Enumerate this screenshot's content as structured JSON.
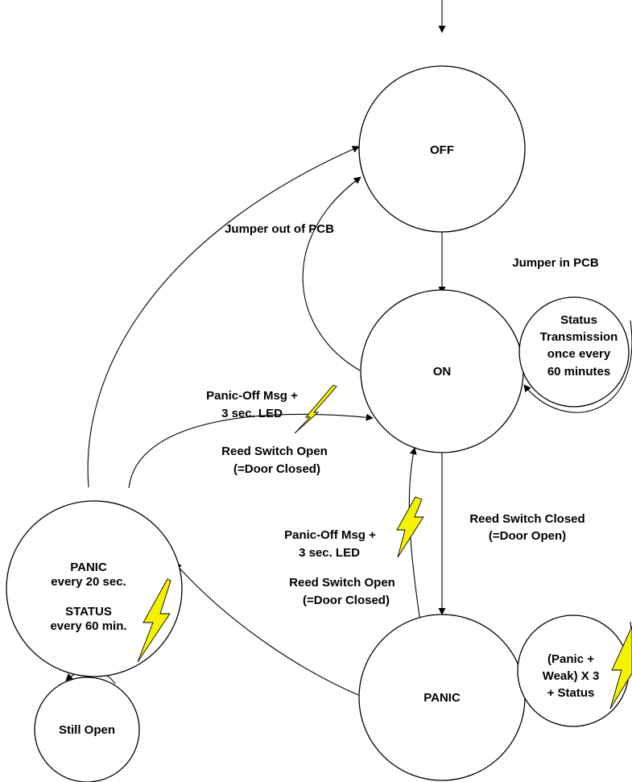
{
  "states": {
    "off": "OFF",
    "on": "ON",
    "panic": "PANIC",
    "panic_periodic": {
      "line1": "PANIC",
      "line2": "every 20 sec.",
      "line3": "STATUS",
      "line4": "every 60 min."
    },
    "status_loop": {
      "line1": "Status",
      "line2": "Transmission",
      "line3": "once every",
      "line4": "60 minutes"
    },
    "panic_loop": {
      "line1": "(Panic +",
      "line2": "Weak) X 3",
      "line3": "+ Status"
    },
    "still_open": "Still Open"
  },
  "labels": {
    "jumper_out": "Jumper out of  PCB",
    "jumper_in": "Jumper in PCB",
    "panic_off_a": {
      "line1": "Panic-Off Msg +",
      "line2": "3 sec. LED",
      "line3": "Reed Switch Open",
      "line4": "(=Door Closed)"
    },
    "panic_off_b": {
      "line1": "Panic-Off Msg +",
      "line2": "3 sec. LED",
      "line3": "Reed Switch Open",
      "line4": "(=Door Closed)"
    },
    "reed_closed": {
      "line1": "Reed Switch Closed",
      "line2": "(=Door Open)"
    }
  }
}
